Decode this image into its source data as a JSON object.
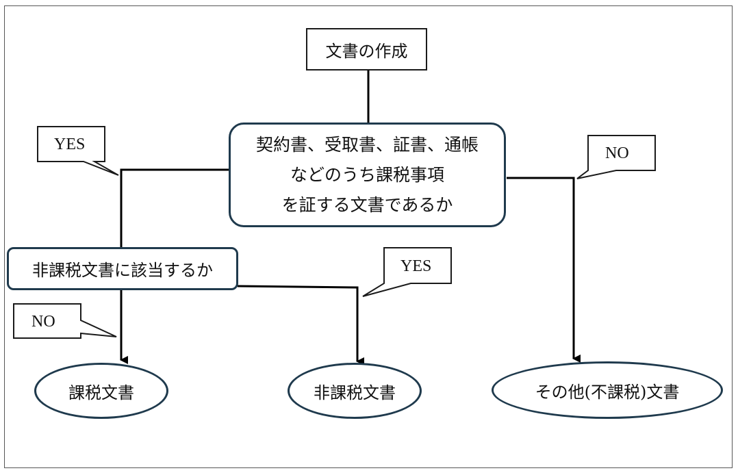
{
  "nodes": {
    "start": "文書の作成",
    "question1": [
      "契約書、受取書、証書、通帳",
      "などのうち課税事項",
      "を証する文書であるか"
    ],
    "question2": "非課税文書に該当するか",
    "taxable": "課税文書",
    "nontaxable": "非課税文書",
    "other": "その他(不課税)文書"
  },
  "callouts": {
    "q1_yes": "YES",
    "q1_no": "NO",
    "q2_yes": "YES",
    "q2_no": "NO"
  },
  "colors": {
    "line": "#000000",
    "box_border": "#1f3a4d"
  }
}
